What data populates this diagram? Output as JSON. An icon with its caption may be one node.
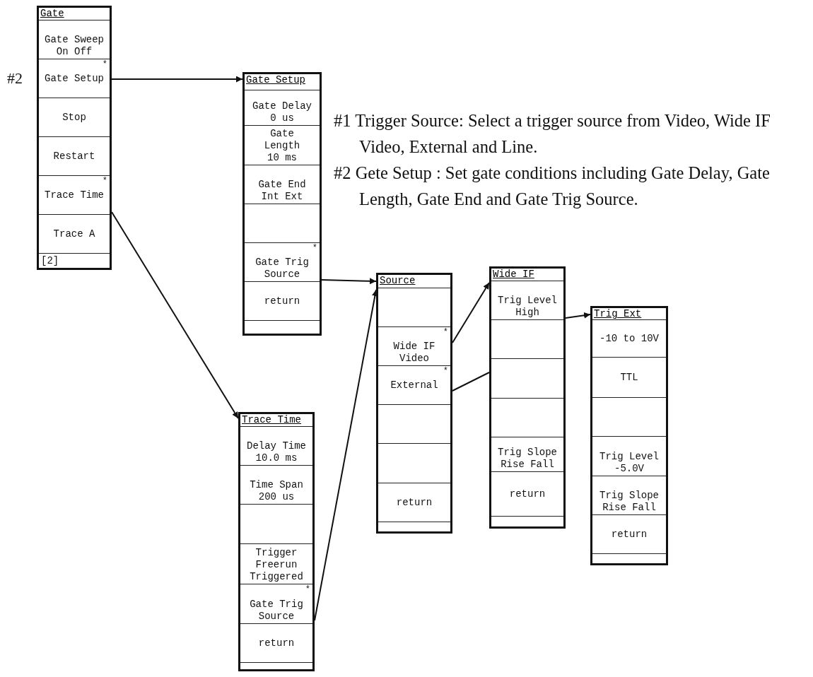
{
  "diagram": {
    "nodes": [
      {
        "text": [
          "Gate"
        ]
      },
      {
        "text": [
          "Gate Sweep",
          "On Off"
        ],
        "in": 0
      },
      {
        "text": [
          "*",
          "Gate Setup"
        ],
        "in": 0,
        "beside": [
          "#2"
        ]
      },
      {
        "text": [
          "Stop"
        ],
        "in": 0
      },
      {
        "text": [
          "Restart"
        ],
        "in": 0
      },
      {
        "text": [
          "*",
          "Trace Time"
        ],
        "in": 0
      },
      {
        "text": [
          "Trace A"
        ],
        "in": 0
      },
      {
        "text": [
          "[2]"
        ],
        "in": 0
      },
      {
        "text": [
          "Gate Setup"
        ]
      },
      {
        "text": [
          "Gate Delay",
          "0 us"
        ],
        "in": 8
      },
      {
        "text": [
          "Gate Length",
          "10 ms"
        ],
        "in": 8
      },
      {
        "text": [
          "Gate End",
          "Int Ext"
        ],
        "in": 8
      },
      {
        "text": [],
        "shape": "box",
        "in": 8
      },
      {
        "text": [
          "*",
          "Gate Trig Source"
        ],
        "in": 8
      },
      {
        "text": [
          "return"
        ],
        "in": 8
      },
      {
        "text": [],
        "shape": "box",
        "in": 8
      },
      {
        "text": [
          "Trace Time"
        ]
      },
      {
        "text": [
          "Delay Time",
          "10.0 ms"
        ],
        "in": 16
      },
      {
        "text": [
          "Time Span",
          "200 us"
        ],
        "in": 16
      },
      {
        "text": [],
        "shape": "box",
        "in": 16
      },
      {
        "text": [
          "Trigger",
          "Freerun",
          "Triggered"
        ],
        "in": 16
      },
      {
        "text": [
          "*",
          "Gate Trig Source"
        ],
        "in": 16
      },
      {
        "text": [
          "return"
        ],
        "in": 16
      },
      {
        "text": [],
        "shape": "box",
        "in": 16
      },
      {
        "text": [
          "Source"
        ]
      },
      {
        "text": [],
        "shape": "box",
        "in": 24
      },
      {
        "text": [
          "*",
          "Wide IF Video"
        ],
        "in": 24
      },
      {
        "text": [
          "*",
          "External"
        ],
        "in": 24
      },
      {
        "text": [],
        "shape": "box",
        "in": 24
      },
      {
        "text": [],
        "shape": "box",
        "in": 24
      },
      {
        "text": [
          "return"
        ],
        "in": 24
      },
      {
        "text": [],
        "shape": "box",
        "in": 24
      },
      {
        "text": [
          "Wide IF"
        ]
      },
      {
        "text": [
          "Trig Level",
          "High"
        ],
        "in": 32
      },
      {
        "text": [],
        "shape": "box",
        "in": 32
      },
      {
        "text": [],
        "shape": "box",
        "in": 32
      },
      {
        "text": [],
        "shape": "box",
        "in": 32
      },
      {
        "text": [
          "Trig Slope",
          "Rise Fall"
        ],
        "in": 32
      },
      {
        "text": [
          "return"
        ],
        "in": 32
      },
      {
        "text": [],
        "shape": "box",
        "in": 32
      },
      {
        "text": [
          "Trig Ext"
        ]
      },
      {
        "text": [
          "-10 to 10V"
        ],
        "in": 40
      },
      {
        "text": [
          "TTL"
        ],
        "in": 40
      },
      {
        "text": [],
        "shape": "box",
        "in": 40
      },
      {
        "text": [
          "Trig Level",
          "-5.0V"
        ],
        "in": 40
      },
      {
        "text": [
          "Trig Slope",
          "Rise Fall"
        ],
        "in": 40
      },
      {
        "text": [
          "return"
        ],
        "in": 40
      },
      {
        "text": [],
        "shape": "box",
        "in": 40
      }
    ],
    "edges": [
      {
        "from": 2,
        "to": 8,
        "arrow": "to"
      },
      {
        "from": 5,
        "to": 16,
        "arrow": "to"
      },
      {
        "from": 13,
        "to": 24,
        "arrow": "to"
      },
      {
        "from": 21,
        "to": 24,
        "arrow": "to"
      },
      {
        "from": 26,
        "to": 32,
        "arrow": "to"
      },
      {
        "from": 27,
        "to": 32,
        "arrow": "none"
      },
      {
        "from": 33,
        "to": 40,
        "arrow": "to"
      }
    ],
    "labels": [
      "#1 Trigger Source: Select a trigger source from Video, Wide IF Video, External and Line.",
      "#2 Gete Setup : Set gate conditions including Gate Delay, Gate Length, Gate End and Gate Trig Source."
    ]
  }
}
